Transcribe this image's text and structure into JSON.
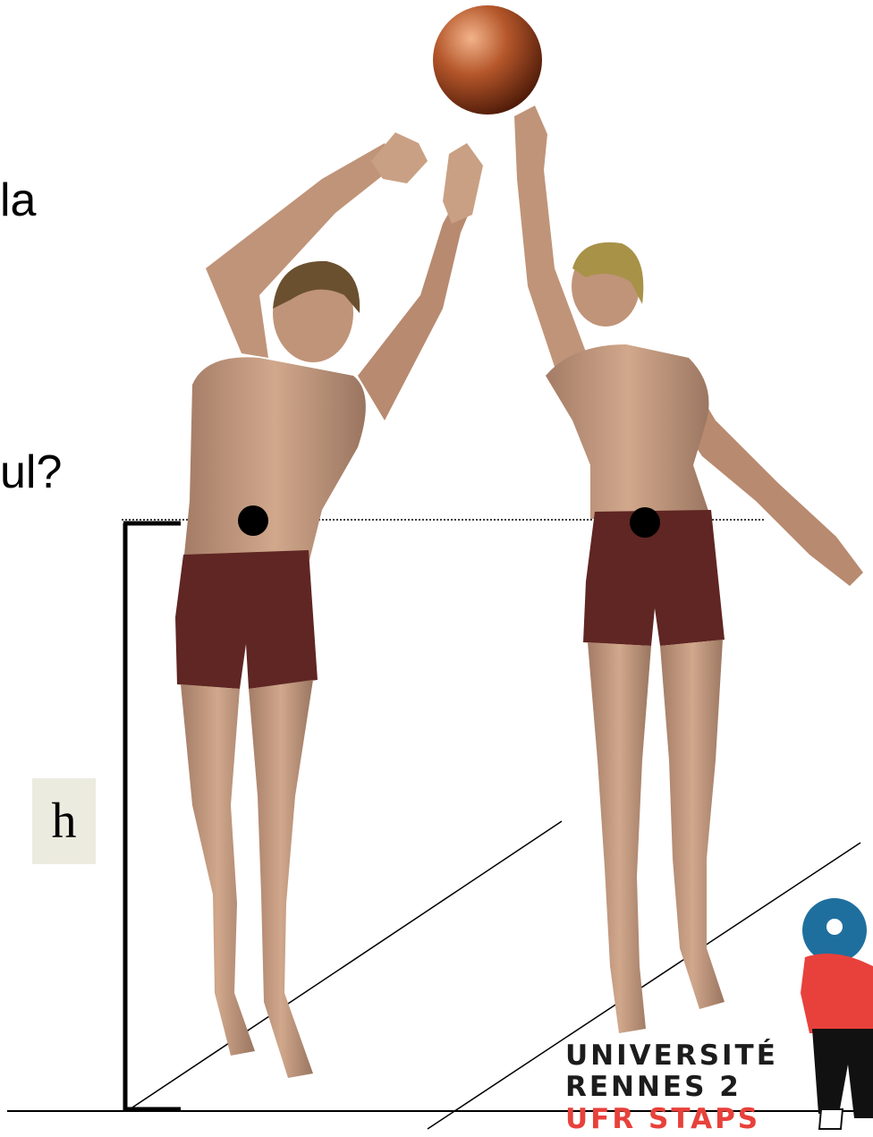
{
  "slide": {
    "text_fragment_1": "la",
    "text_fragment_2": "ul?",
    "height_label": "h"
  },
  "logo": {
    "line1": "UNIVERSITÉ",
    "line2": "RENNES 2",
    "line3": "UFR STAPS"
  },
  "colors": {
    "skin": "#c9a083",
    "skin_shadow": "#9a7560",
    "shorts": "#5f2623",
    "ball": "#b4562a",
    "hair_left": "#6b5030",
    "hair_right": "#a89248",
    "marker": "#000000",
    "label_bg": "#ecebdf",
    "logo_red": "#e8413b",
    "logo_blue": "#1f6f9e"
  }
}
